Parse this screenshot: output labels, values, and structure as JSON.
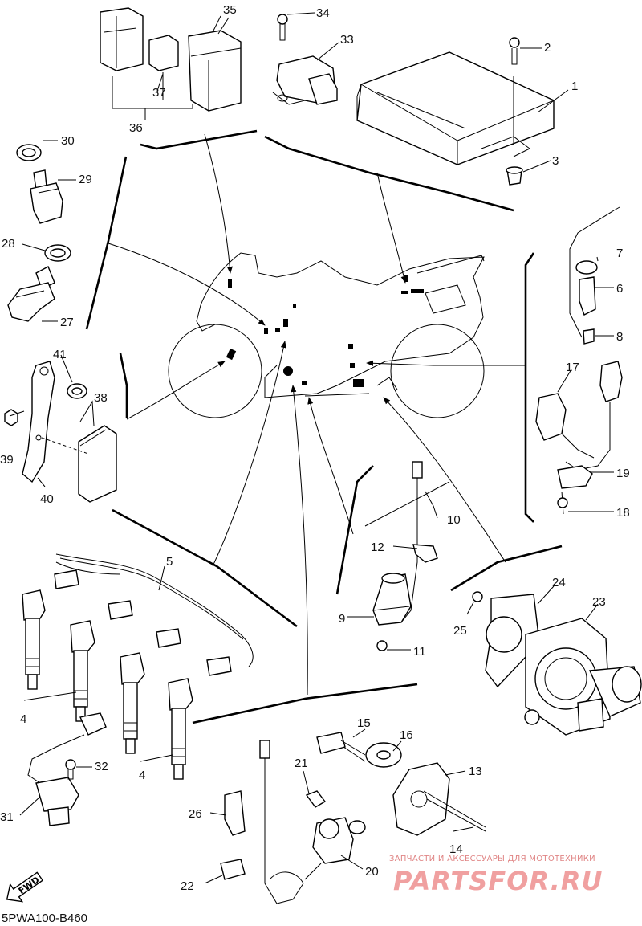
{
  "diagram": {
    "callouts": [
      {
        "id": "c1",
        "text": "1"
      },
      {
        "id": "c2",
        "text": "2"
      },
      {
        "id": "c3",
        "text": "3"
      },
      {
        "id": "c4a",
        "text": "4"
      },
      {
        "id": "c4b",
        "text": "4"
      },
      {
        "id": "c5",
        "text": "5"
      },
      {
        "id": "c6",
        "text": "6"
      },
      {
        "id": "c7",
        "text": "7"
      },
      {
        "id": "c8",
        "text": "8"
      },
      {
        "id": "c9",
        "text": "9"
      },
      {
        "id": "c10",
        "text": "10"
      },
      {
        "id": "c11",
        "text": "11"
      },
      {
        "id": "c12",
        "text": "12"
      },
      {
        "id": "c13",
        "text": "13"
      },
      {
        "id": "c14",
        "text": "14"
      },
      {
        "id": "c15",
        "text": "15"
      },
      {
        "id": "c16",
        "text": "16"
      },
      {
        "id": "c17",
        "text": "17"
      },
      {
        "id": "c18",
        "text": "18"
      },
      {
        "id": "c19",
        "text": "19"
      },
      {
        "id": "c20",
        "text": "20"
      },
      {
        "id": "c21",
        "text": "21"
      },
      {
        "id": "c22",
        "text": "22"
      },
      {
        "id": "c23",
        "text": "23"
      },
      {
        "id": "c24",
        "text": "24"
      },
      {
        "id": "c25",
        "text": "25"
      },
      {
        "id": "c26",
        "text": "26"
      },
      {
        "id": "c27",
        "text": "27"
      },
      {
        "id": "c28",
        "text": "28"
      },
      {
        "id": "c29",
        "text": "29"
      },
      {
        "id": "c30",
        "text": "30"
      },
      {
        "id": "c31",
        "text": "31"
      },
      {
        "id": "c32",
        "text": "32"
      },
      {
        "id": "c33",
        "text": "33"
      },
      {
        "id": "c34",
        "text": "34"
      },
      {
        "id": "c35",
        "text": "35"
      },
      {
        "id": "c36",
        "text": "36"
      },
      {
        "id": "c37",
        "text": "37"
      },
      {
        "id": "c38",
        "text": "38"
      },
      {
        "id": "c39",
        "text": "39"
      },
      {
        "id": "c40",
        "text": "40"
      },
      {
        "id": "c41",
        "text": "41"
      }
    ],
    "diagram_code": "5PWA100-B460",
    "fwd_label": "FWD",
    "watermark": {
      "small_text": "ЗАПЧАСТИ И АКСЕССУАРЫ ДЛЯ МОТОТЕХНИКИ",
      "big_text": "PARTSFOR.RU",
      "color": "#f0a0a0"
    }
  }
}
